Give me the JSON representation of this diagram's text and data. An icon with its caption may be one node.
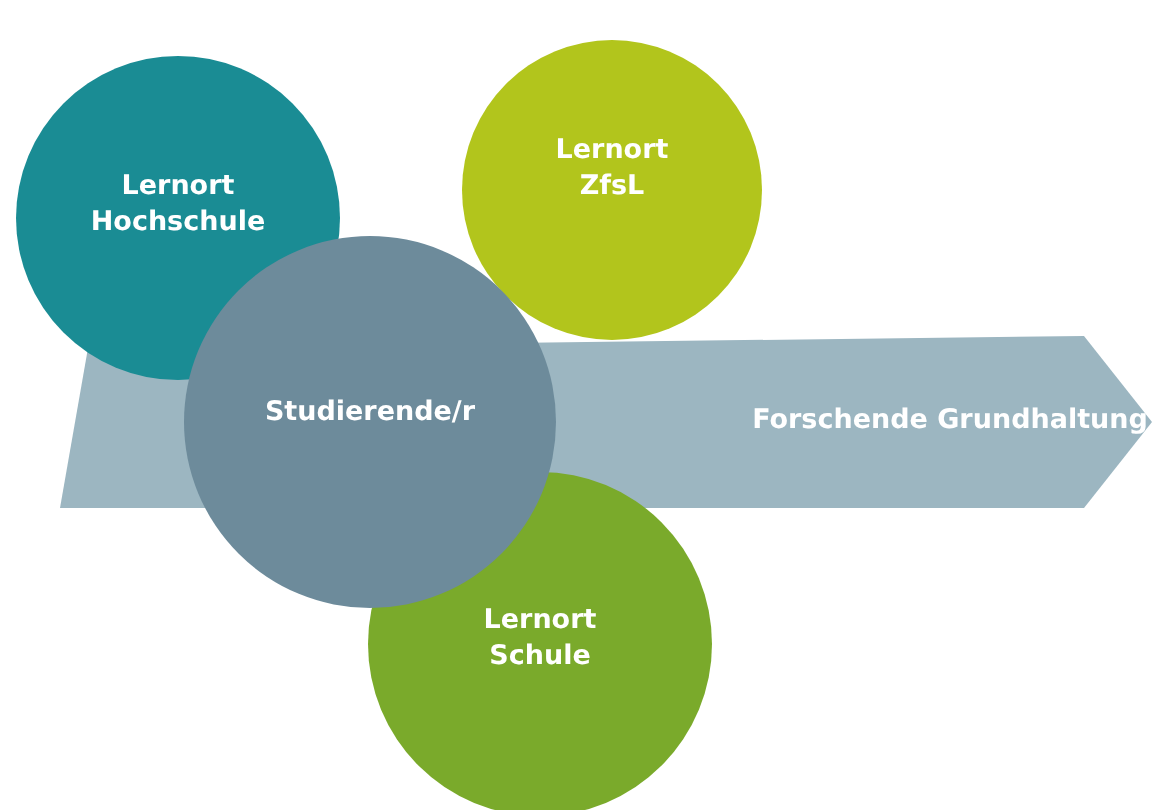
{
  "diagram": {
    "nodes": [
      {
        "text": [
          "Lernort Hochschule"
        ]
      },
      {
        "text": [
          "Lernort ZfsL"
        ]
      },
      {
        "text": [
          "Studierende/r"
        ]
      },
      {
        "text": [
          "Forschende Grundhaltung"
        ]
      },
      {
        "text": [
          "Lernort Schule"
        ]
      }
    ]
  }
}
